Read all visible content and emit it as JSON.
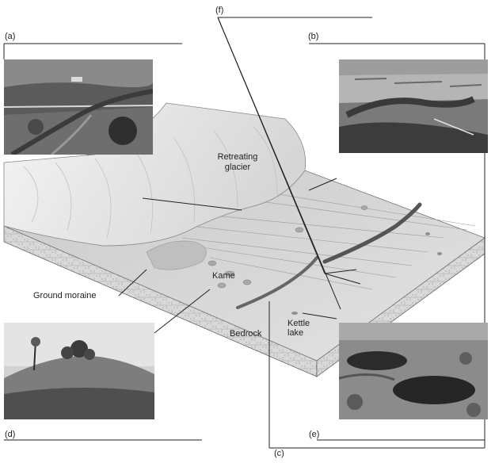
{
  "letters": {
    "a": "(a)",
    "b": "(b)",
    "c": "(c)",
    "d": "(d)",
    "e": "(e)",
    "f": "(f)"
  },
  "labels": {
    "retreating_glacier_line1": "Retreating",
    "retreating_glacier_line2": "glacier",
    "ground_moraine": "Ground moraine",
    "kame": "Kame",
    "bedrock": "Bedrock",
    "kettle_lake_line1": "Kettle",
    "kettle_lake_line2": "lake"
  }
}
